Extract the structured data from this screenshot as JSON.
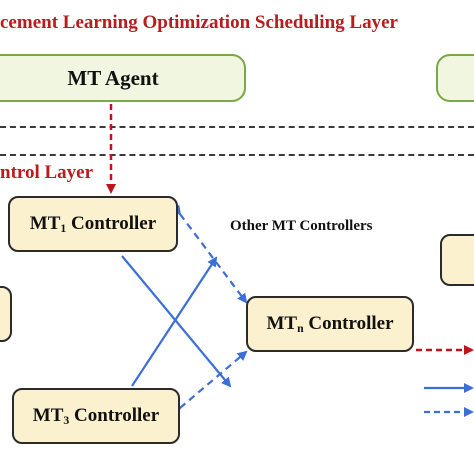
{
  "layers": {
    "rl_title": "cement Learning Optimization Scheduling Layer",
    "control_title": "ntrol Layer"
  },
  "nodes": {
    "mt_agent": "MT Agent",
    "mt1": {
      "prefix": "MT",
      "sub": "1",
      "suffix": " Controller"
    },
    "mtn": {
      "prefix": "MT",
      "sub": "n",
      "suffix": " Controller"
    },
    "mt3": {
      "prefix": "MT",
      "sub": "3",
      "suffix": " Controller"
    }
  },
  "annotations": {
    "other_controllers": "Other MT Controllers"
  },
  "colors": {
    "red_dashed": "#c0141c",
    "blue": "#3b6fd6",
    "green_border": "#79a844",
    "yellow_fill": "#fcf1ce"
  }
}
